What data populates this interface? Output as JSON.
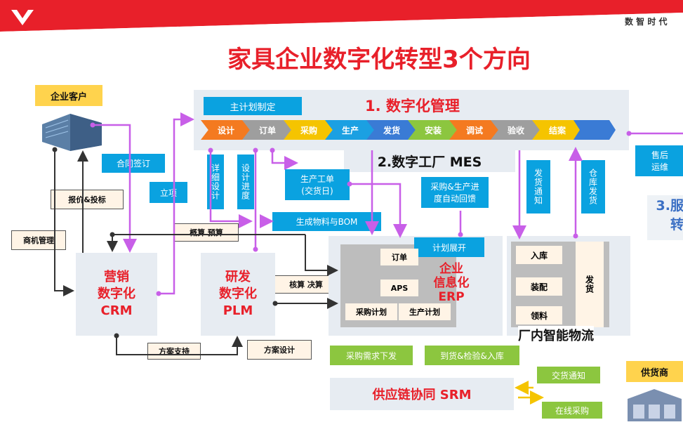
{
  "header": {
    "slogan": "数 智 时 代"
  },
  "title": "家具企业数字化转型3个方向",
  "customer": {
    "label": "企业客户"
  },
  "supplier": {
    "label": "供货商"
  },
  "directions": {
    "management": "1. 数字化管理",
    "factory": "2.数字工厂 MES",
    "service_partial": "3.服\n转"
  },
  "process": {
    "plan_label": "主计划制定",
    "steps": [
      "设计",
      "订单",
      "采购",
      "生产",
      "发货",
      "安装",
      "调试",
      "验收",
      "结案"
    ],
    "colors": [
      "#f47a20",
      "#9e9e9e",
      "#f5c400",
      "#1ba0e2",
      "#3a7bd5",
      "#8cc63f",
      "#f47a20",
      "#9e9e9e",
      "#f5c400",
      "#3a7bd5"
    ]
  },
  "labels": {
    "contract": "合同签订",
    "project": "立项",
    "detail_design": "详细设计",
    "design_progress": "设计进度",
    "work_order": "生产工单\n(交货日)",
    "purchase_feedback": "采购&生产进\n度自动回馈",
    "delivery_notice_v": "发货通知",
    "warehouse_ship": "仓库发货",
    "after_sales": "售后\n运维",
    "material_bom": "生成物料与BOM",
    "plan_expand": "计划展开",
    "purchase_demand": "采购需求下发",
    "arrival_inspect": "到货&检验&入库",
    "delivery_notice": "交货通知",
    "online_purchase": "在线采购"
  },
  "tags": {
    "quote": "报价&投标",
    "opportunity": "商机管理",
    "budget": "概算 预算",
    "costing": "核算  决算",
    "solution_support": "方案支持",
    "solution_design": "方案设计"
  },
  "systems": {
    "crm": "营销\n数字化\nCRM",
    "plm": "研发\n数字化\nPLM",
    "erp": "企业\n信息化\nERP",
    "srm": "供应链协同 SRM",
    "logistics": "厂内智能物流"
  },
  "erp_inner": {
    "order": "订单",
    "aps": "APS",
    "purchase_plan": "采购计划",
    "production_plan": "生产计划"
  },
  "logistics_inner": {
    "inbound": "入库",
    "assembly": "装配",
    "picking": "领料",
    "ship": "发货"
  },
  "colors": {
    "accent_red": "#e8202a",
    "arrow_purple": "#c85fe8",
    "blue": "#0aa2e0"
  }
}
